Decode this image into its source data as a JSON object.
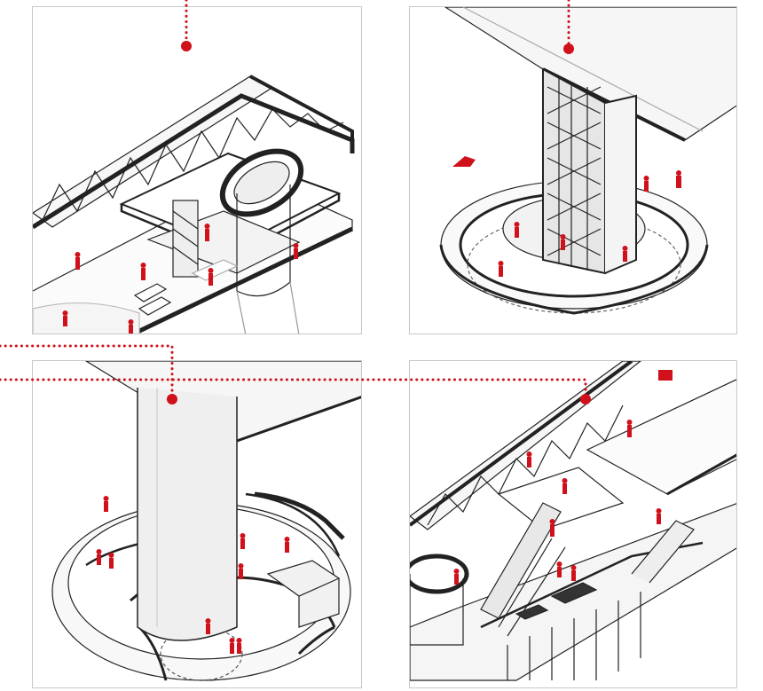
{
  "diagram": {
    "accent_color": "#d0101a",
    "line_color": "#222222",
    "panels": [
      {
        "id": "upper-platform-axonometric",
        "icon": "building-section"
      },
      {
        "id": "tower-shaft-axonometric",
        "icon": "tower-section"
      },
      {
        "id": "column-base-axonometric",
        "icon": "plaza-section"
      },
      {
        "id": "lower-hall-axonometric",
        "icon": "hall-section"
      }
    ]
  }
}
